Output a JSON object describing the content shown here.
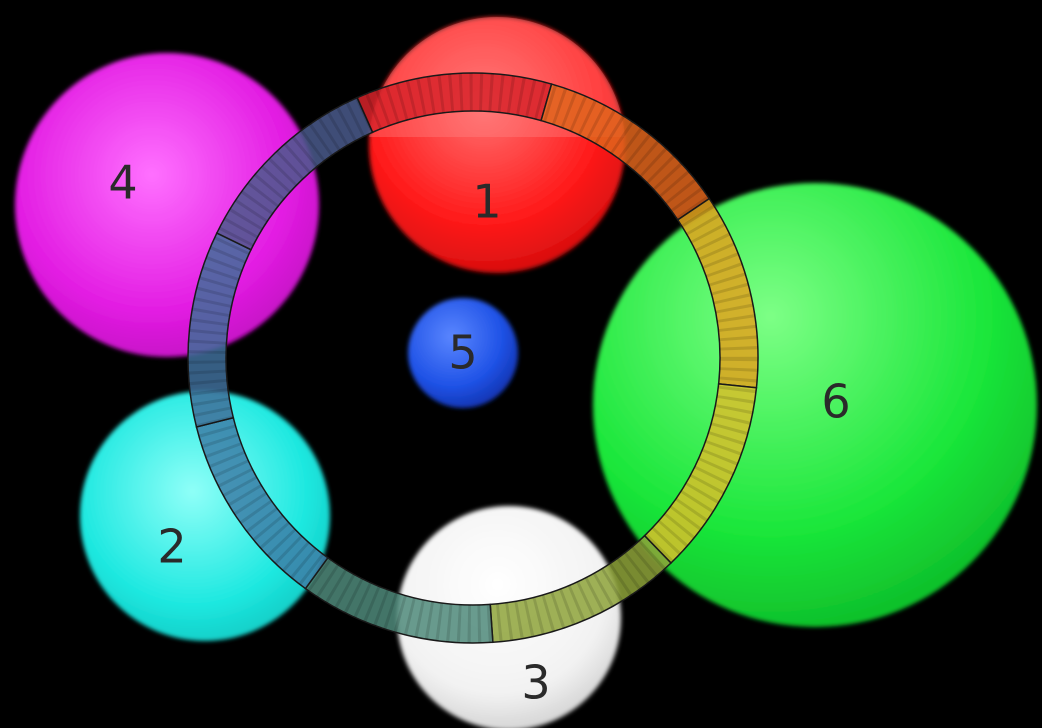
{
  "background_color": "#000000",
  "circles": [
    {
      "id": "circle-1",
      "label": "1",
      "color": "#ff1a1a",
      "highlight": "#ff9a9a"
    },
    {
      "id": "circle-2",
      "label": "2",
      "color": "#1ee8e0",
      "highlight": "#a8fff9"
    },
    {
      "id": "circle-3",
      "label": "3",
      "color": "#f2f2f2",
      "highlight": "#ffffff"
    },
    {
      "id": "circle-4",
      "label": "4",
      "color": "#e21ce2",
      "highlight": "#ff8cff"
    },
    {
      "id": "circle-5",
      "label": "5",
      "color": "#1f52e6",
      "highlight": "#7fa0ff"
    },
    {
      "id": "circle-6",
      "label": "6",
      "color": "#1ae63a",
      "highlight": "#9cff9c"
    }
  ],
  "color_wheel": {
    "segments": [
      {
        "name": "red",
        "color": "#d8232a"
      },
      {
        "name": "orange",
        "color": "#e0651c"
      },
      {
        "name": "yellow-orange",
        "color": "#e3a31d"
      },
      {
        "name": "yellow",
        "color": "#d9c02a"
      },
      {
        "name": "yellow-green",
        "color": "#8ea33a"
      },
      {
        "name": "green-blue",
        "color": "#4f8a7a"
      },
      {
        "name": "blue",
        "color": "#3d7fa8"
      },
      {
        "name": "blue-violet",
        "color": "#3f6e9a"
      },
      {
        "name": "violet",
        "color": "#4a5b8c"
      }
    ]
  }
}
